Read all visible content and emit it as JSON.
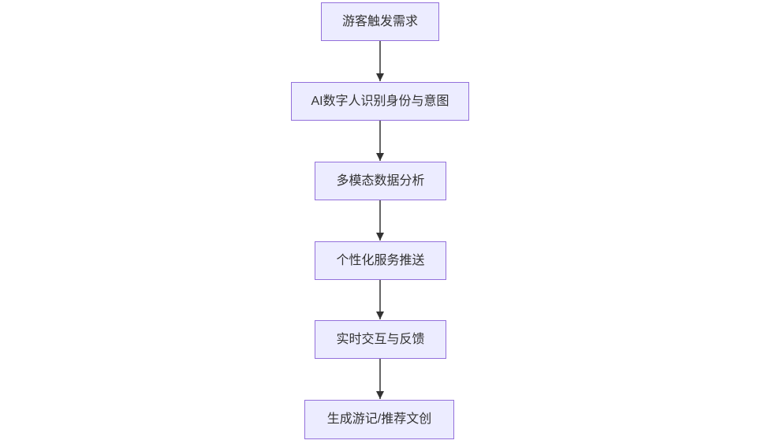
{
  "diagram": {
    "type": "flowchart",
    "direction": "top-down",
    "nodes": [
      {
        "id": "n1",
        "label": "游客触发需求"
      },
      {
        "id": "n2",
        "label": "AI数字人识别身份与意图"
      },
      {
        "id": "n3",
        "label": "多模态数据分析"
      },
      {
        "id": "n4",
        "label": "个性化服务推送"
      },
      {
        "id": "n5",
        "label": "实时交互与反馈"
      },
      {
        "id": "n6",
        "label": "生成游记/推荐文创"
      }
    ],
    "edges": [
      {
        "from": "n1",
        "to": "n2"
      },
      {
        "from": "n2",
        "to": "n3"
      },
      {
        "from": "n3",
        "to": "n4"
      },
      {
        "from": "n4",
        "to": "n5"
      },
      {
        "from": "n5",
        "to": "n6"
      }
    ],
    "colors": {
      "node_fill": "#ECECFF",
      "node_border": "#9370DB",
      "arrow": "#333333",
      "text": "#333333",
      "background": "#FFFFFF"
    }
  }
}
